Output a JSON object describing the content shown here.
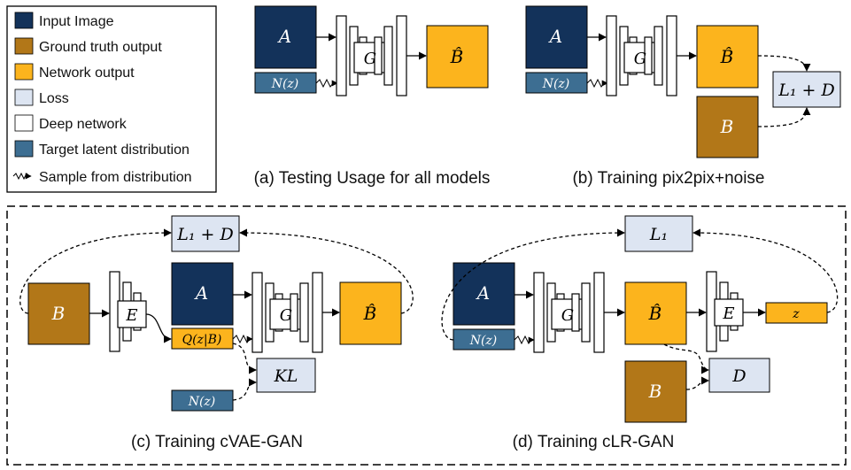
{
  "colors": {
    "input": "#13325a",
    "ground_truth": "#b27718",
    "network_output": "#fcb41d",
    "loss": "#dde5f2",
    "deep_network": "#ffffff",
    "latent": "#3d6e92"
  },
  "legend": {
    "input_image": "Input Image",
    "ground_truth_output": "Ground truth output",
    "network_output": "Network output",
    "loss": "Loss",
    "deep_network": "Deep network",
    "target_latent": "Target latent distribution",
    "sample": "Sample from distribution"
  },
  "symbols": {
    "A": "A",
    "B": "B",
    "Bhat": "B̂",
    "G": "G",
    "E": "E",
    "Nz": "N(z)",
    "Qzb": "Q(z|B)",
    "z": "z",
    "KL": "KL",
    "D": "D",
    "L1": "L₁",
    "L1D": "L₁ + D"
  },
  "captions": {
    "a": "(a) Testing Usage for all models",
    "b": "(b) Training pix2pix+noise",
    "c": "(c) Training cVAE-GAN",
    "d": "(d) Training cLR-GAN"
  }
}
